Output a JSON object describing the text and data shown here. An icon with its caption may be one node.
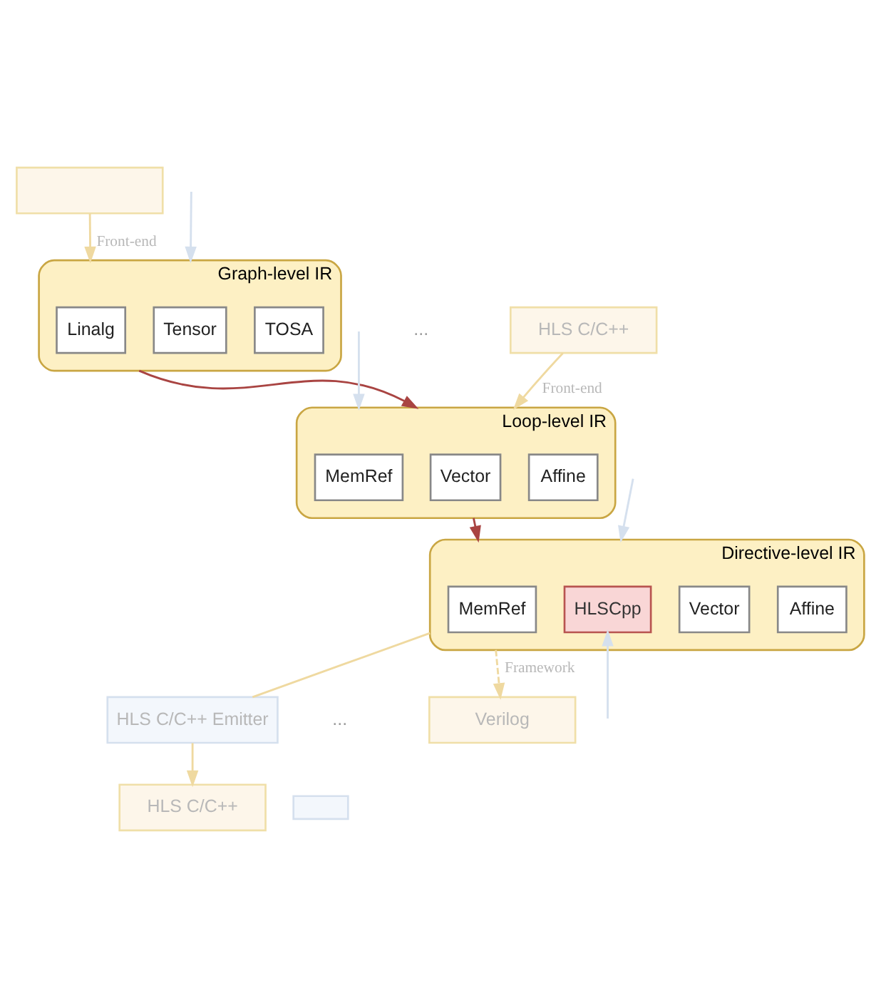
{
  "diagram": {
    "nodes": [
      {
        "text": [
          "HLS C/C++"
        ]
      },
      {
        "text": [],
        "shape": "box"
      },
      {
        "text": [
          "Graph-level IR"
        ]
      },
      {
        "text": [
          "TOSA"
        ],
        "in": 2
      },
      {
        "text": [
          "Linalg"
        ],
        "in": 2
      },
      {
        "text": [
          "Tensor"
        ],
        "in": 2
      },
      {
        "text": [
          "Loop-level IR"
        ]
      },
      {
        "text": [
          "Affine"
        ],
        "in": 6
      },
      {
        "text": [
          "Vector"
        ],
        "in": 6
      },
      {
        "text": [
          "MemRef"
        ],
        "in": 6
      },
      {
        "text": [
          "Directive-level IR"
        ]
      },
      {
        "text": [
          "Affine"
        ],
        "in": 10
      },
      {
        "text": [
          "Vector"
        ],
        "in": 10
      },
      {
        "text": [
          "MemRef"
        ],
        "in": 10
      },
      {
        "text": [
          "HLSCpp"
        ],
        "in": 10
      },
      {
        "text": [
          "HLS C/C++ Emitter"
        ]
      },
      {
        "text": [
          "Verilog"
        ]
      },
      {
        "text": [
          "HLS C/C++"
        ]
      },
      {
        "text": [],
        "shape": "box"
      }
    ],
    "edges": [
      {
        "from": 0,
        "to": 6,
        "arrow": "to",
        "label": "Front-end"
      },
      {
        "from": 1,
        "to": 2,
        "arrow": "to",
        "label": "Front-end"
      },
      {
        "from": 2,
        "to": 6,
        "arrow": "to",
        "color": "#a94442"
      },
      {
        "from": 6,
        "to": 10,
        "arrow": "to",
        "color": "#a94442"
      },
      {
        "from": 10,
        "to": 16,
        "arrow": "to",
        "style": "dashed",
        "label": "Framework"
      },
      {
        "from": 10,
        "to": 15,
        "arrow": "none"
      },
      {
        "from": 15,
        "to": 17,
        "arrow": "to"
      },
      {
        "from": null,
        "to": 2,
        "arrow": "to",
        "color": "#d5e0ee"
      },
      {
        "from": null,
        "to": 6,
        "arrow": "to",
        "color": "#d5e0ee"
      },
      {
        "from": null,
        "to": 10,
        "arrow": "to",
        "color": "#d5e0ee"
      },
      {
        "from": null,
        "to": 14,
        "arrow": "to",
        "color": "#d5e0ee"
      }
    ],
    "labels": [
      "...",
      "..."
    ]
  }
}
